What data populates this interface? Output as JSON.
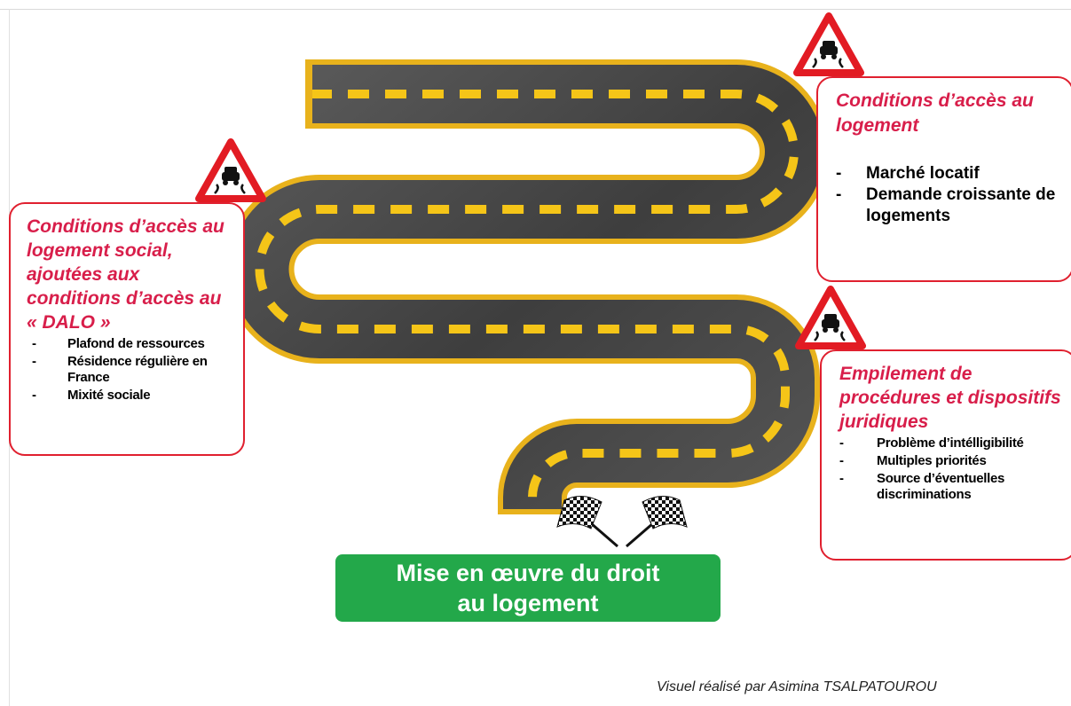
{
  "boxes": {
    "left": {
      "title": "Conditions d’accès au logement social, ajoutées aux conditions d’accès au « DALO »",
      "items": [
        "Plafond de ressources",
        "Résidence régulière en France",
        "Mixité sociale"
      ]
    },
    "right_top": {
      "title": "Conditions d’accès au logement",
      "items": [
        "Marché locatif",
        "Demande croissante de logements"
      ]
    },
    "right_bottom": {
      "title": "Empilement de procédures et dispositifs juridiques",
      "items": [
        "Problème d’intélligibilité",
        "Multiples priorités",
        "Source d’éventuelles discriminations"
      ]
    }
  },
  "goal": {
    "label": "Mise en œuvre du droit au logement"
  },
  "credit": "Visuel réalisé par Asimina TSALPATOUROU",
  "icons": {
    "warning_sign": "slippery-road-warning-icon",
    "flags": "checkered-flags-icon"
  },
  "colors": {
    "road": "#4a4a4a",
    "road_border": "#e8b21c",
    "road_dash": "#f5c518",
    "box_border": "#e0202f",
    "title_text": "#d81e4a",
    "goal_bg": "#23a84a",
    "sign_border": "#e21b23"
  }
}
